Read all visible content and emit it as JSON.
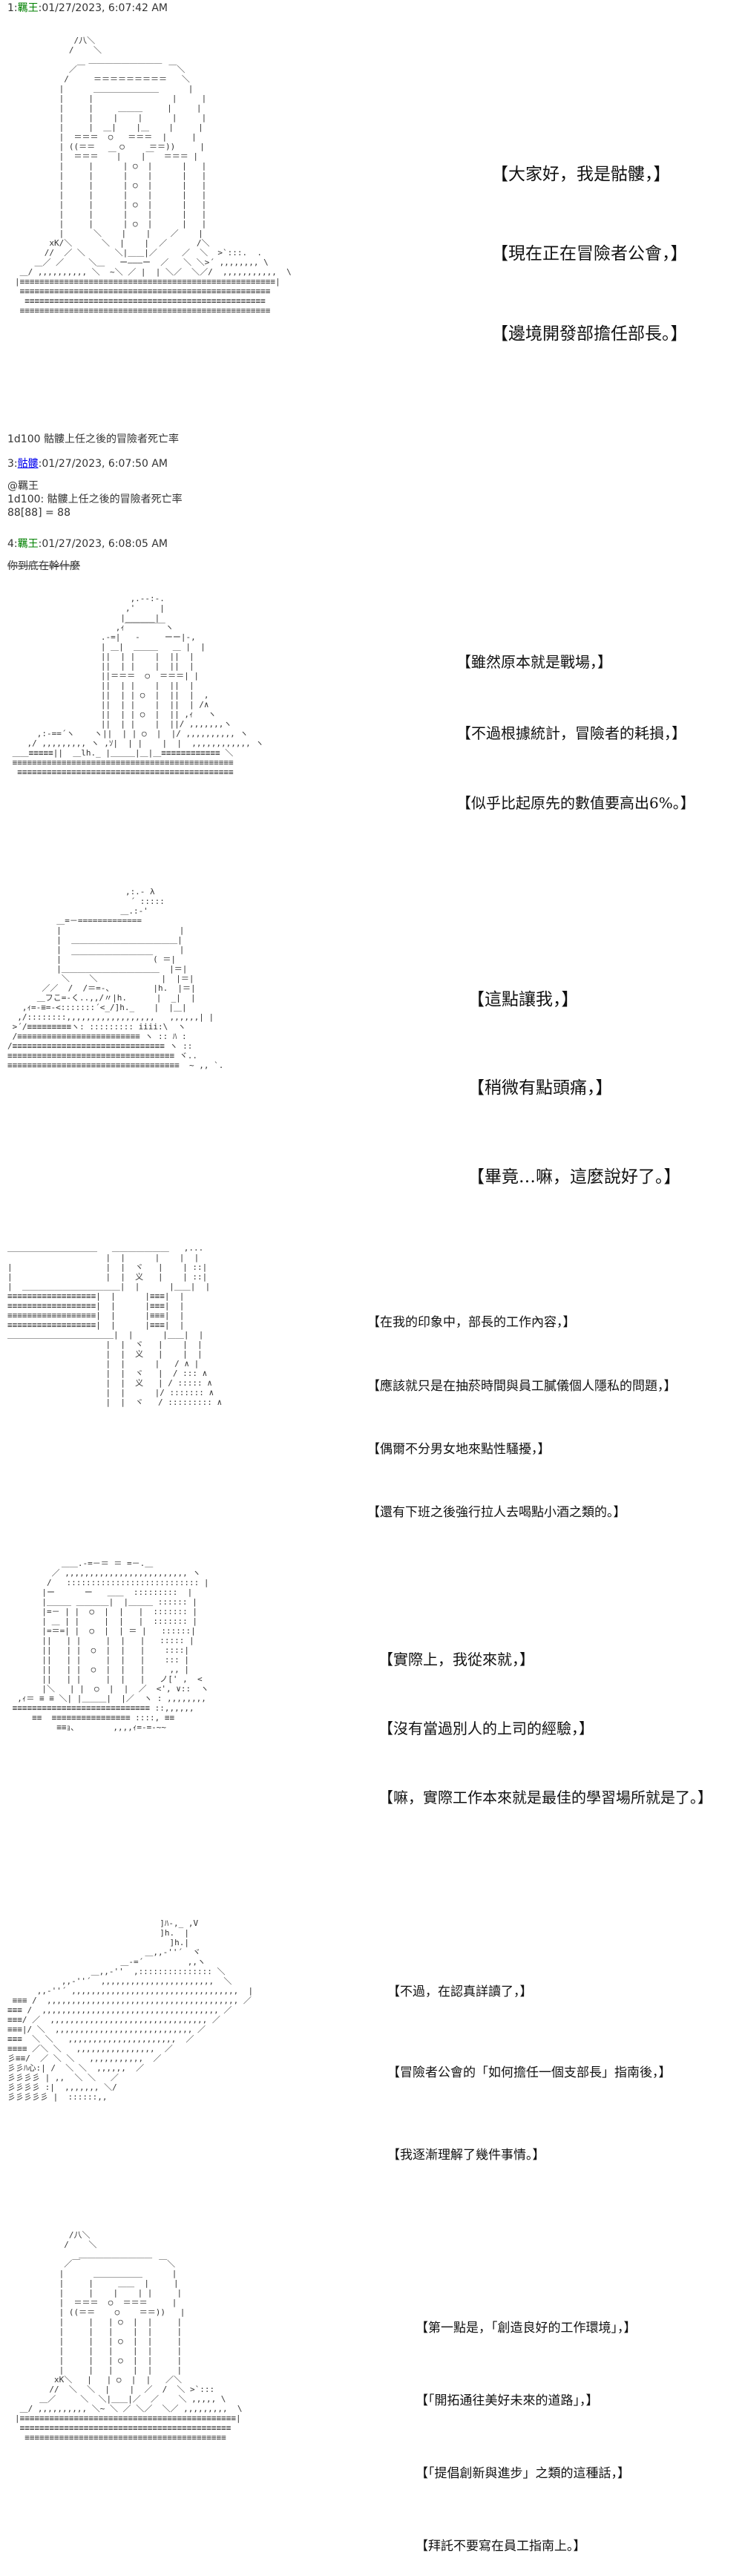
{
  "posts": [
    {
      "num": "1:",
      "name": "羈王",
      "date": ":01/27/2023, 6:07:42 AM"
    },
    {
      "num": "3:",
      "name": "骷髏",
      "date": ":01/27/2023, 6:07:50 AM"
    },
    {
      "num": "4:",
      "name": "羈王",
      "date": ":01/27/2023, 6:08:05 AM"
    }
  ],
  "dice": {
    "roll1": "1d100 骷髏上任之後的冒險者死亡率",
    "reply_to": "@羈王",
    "roll2": "1d100: 骷髏上任之後的冒險者死亡率",
    "result": "88[88] = 88"
  },
  "strike_text": "你到底在幹什麼",
  "panels": [
    [
      "【大家好，我是骷髏，】",
      "【現在正在冒險者公會，】",
      "【邊境開發部擔任部長。】"
    ],
    [
      "【雖然原本就是戰場，】",
      "【不過根據統計，冒險者的耗損，】",
      "【似乎比起原先的數值要高出6%。】"
    ],
    [
      "【這點讓我，】",
      "【稍微有點頭痛，】",
      "【畢竟…嘛，這麼說好了。】"
    ],
    [
      "【在我的印象中，部長的工作內容，】",
      "【應該就只是在抽菸時間與員工膩儀個人隱私的問題，】",
      "【偶爾不分男女地來點性騷擾，】",
      "【還有下班之後強行拉人去喝點小酒之類的。】"
    ],
    [
      "【實際上，我從來就，】",
      "【沒有當過別人的上司的經驗，】",
      "【嘛，實際工作本來就是最佳的學習場所就是了。】"
    ],
    [
      "【不過，在認真詳讀了，】",
      "【冒險者公會的「如何擔任一個支部長」指南後，】",
      "【我逐漸理解了幾件事情。】"
    ],
    [
      "【第一點是，「創造良好的工作環境」，】",
      "【「開拓通往美好未來的道路」，】",
      "【「提倡創新與進步」之類的這種話，】",
      "【拜託不要寫在員工指南上。】"
    ]
  ]
}
